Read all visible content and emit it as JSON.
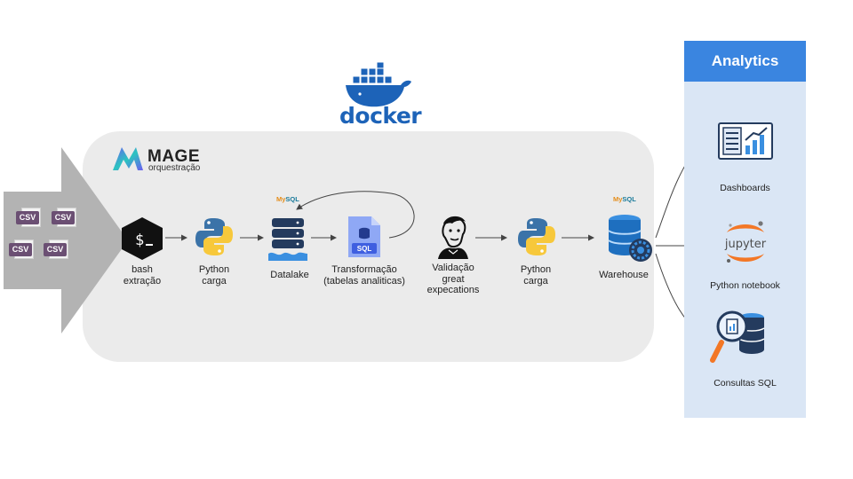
{
  "docker": {
    "label": "docker"
  },
  "mage": {
    "title": "MAGE",
    "subtitle": "orquestração"
  },
  "inputs": {
    "csv_labels": [
      "CSV",
      "CSV",
      "CSV",
      "CSV"
    ]
  },
  "nodes": {
    "bash": {
      "line1": "bash",
      "line2": "extração"
    },
    "python_load_1": {
      "line1": "Python",
      "line2": "carga"
    },
    "datalake": {
      "line1": "Datalake",
      "badge": "MySQL"
    },
    "transform": {
      "line1": "Transformação",
      "line2": "(tabelas analiticas)",
      "icon_text": "SQL"
    },
    "validation": {
      "line1": "Validação",
      "line2": "great",
      "line3": "expecations"
    },
    "python_load_2": {
      "line1": "Python",
      "line2": "carga"
    },
    "warehouse": {
      "line1": "Warehouse",
      "badge": "MySQL"
    }
  },
  "analytics": {
    "title": "Analytics",
    "items": [
      {
        "label": "Dashboards"
      },
      {
        "label": "Python notebook",
        "logo_text": "jupyter"
      },
      {
        "label": "Consultas SQL"
      }
    ]
  },
  "colors": {
    "container_bg": "#ebebeb",
    "panel_bg": "#dae6f5",
    "panel_header": "#3a85e0",
    "docker_blue": "#1d63b8",
    "arrow_gray": "#b3b3b3",
    "db_navy": "#243b5e",
    "db_blue": "#3a8fe0",
    "python_blue": "#3b73a8",
    "python_yellow": "#f7c83b",
    "jupyter_orange": "#f37726"
  }
}
